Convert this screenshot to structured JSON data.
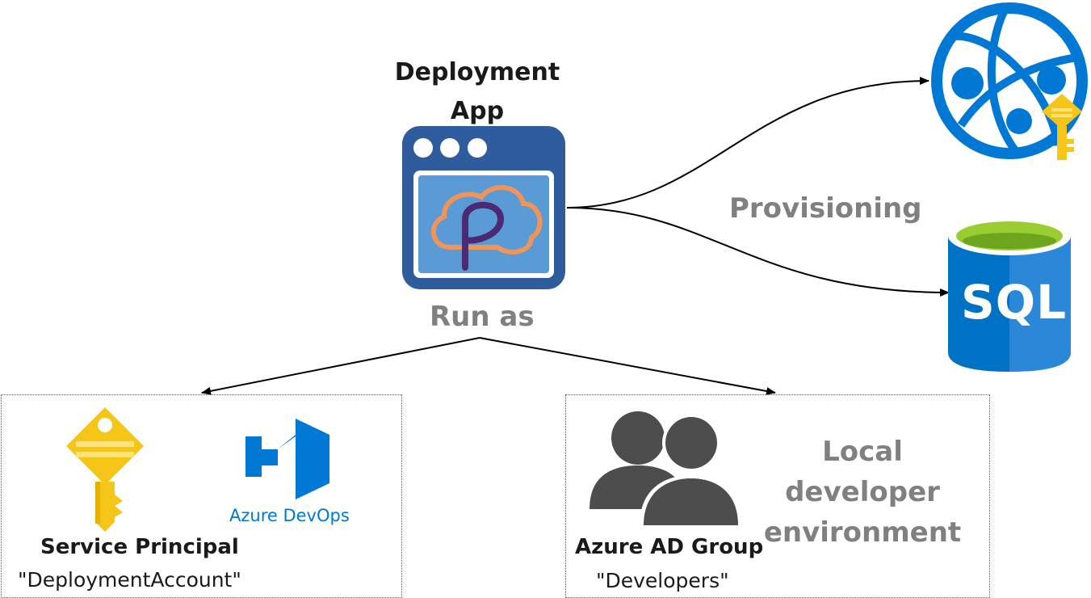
{
  "app": {
    "title_line1": "Deployment",
    "title_line2": "App"
  },
  "labels": {
    "run_as": "Run as",
    "provisioning": "Provisioning"
  },
  "service_principal": {
    "title": "Service Principal",
    "name": "\"DeploymentAccount\"",
    "devops_logo_text": "Azure DevOps"
  },
  "ad_group": {
    "title": "Azure AD Group",
    "name": "\"Developers\"",
    "environment_line1": "Local developer",
    "environment_line2": "environment"
  },
  "sql": {
    "logo_text": "SQL"
  },
  "colors": {
    "azure_blue": "#0078d4",
    "key_yellow": "#f5c518",
    "app_dark_blue": "#2f5c9c",
    "app_light_blue": "#5b9bd5",
    "label_gray": "#808080",
    "people_gray": "#4d4d4d",
    "sql_green": "#9acd32"
  },
  "icons": [
    "web-app-globe-icon",
    "key-icon",
    "sql-database-icon",
    "azure-devops-icon",
    "user-group-icon",
    "deployment-app-icon"
  ]
}
